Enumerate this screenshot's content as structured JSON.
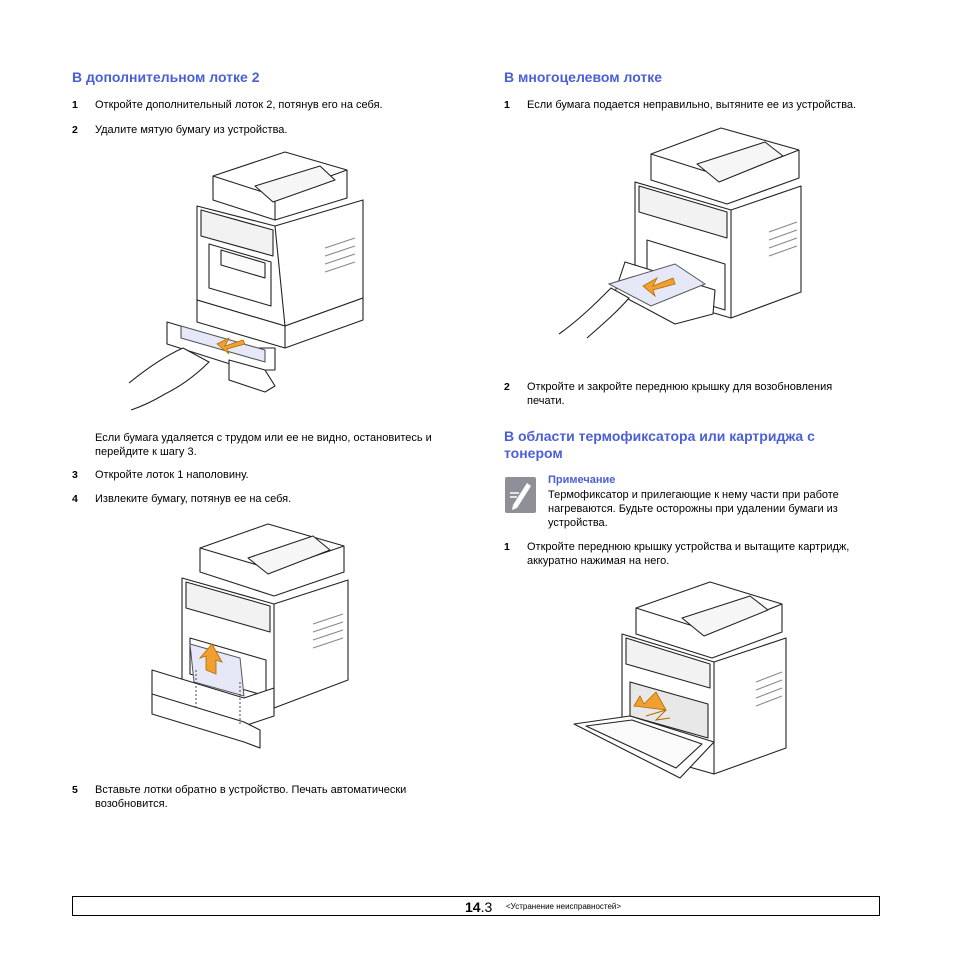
{
  "left": {
    "heading": "В дополнительном лотке 2",
    "steps": [
      {
        "num": "1",
        "text": "Откройте дополнительный лоток 2, потянув его на себя."
      },
      {
        "num": "2",
        "text": "Удалите мятую бумагу из устройства."
      }
    ],
    "para": "Если бумага удаляется с трудом или ее не видно, остановитесь и перейдите к шагу 3.",
    "steps2": [
      {
        "num": "3",
        "text": "Откройте лоток 1 наполовину."
      },
      {
        "num": "4",
        "text": "Извлеките бумагу, потянув ее на себя."
      }
    ],
    "step5": {
      "num": "5",
      "text": "Вставьте лотки обратно в устройство. Печать автоматически возобновится."
    }
  },
  "right": {
    "heading1": "В многоцелевом лотке",
    "step1": {
      "num": "1",
      "text": "Если бумага подается неправильно, вытяните ее из устройства."
    },
    "step2": {
      "num": "2",
      "text": "Откройте и закройте переднюю крышку для возобновления печати."
    },
    "heading2": "В области термофиксатора или картриджа с тонером",
    "note": {
      "title": "Примечание",
      "text": "Термофиксатор и прилегающие к нему части при работе нагреваются. Будьте осторожны при удалении бумаги из устройства.",
      "icon": "note-pencil-icon"
    },
    "step3": {
      "num": "1",
      "text": "Откройте переднюю крышку устройства и вытащите картридж, аккуратно нажимая на него."
    }
  },
  "footer": {
    "page_major": "14",
    "page_minor": ".3",
    "section": "<Устранение неисправностей>"
  },
  "colors": {
    "heading": "#4a5fd8",
    "arrow": "#f0a030",
    "paper": "#e6e8f8"
  }
}
